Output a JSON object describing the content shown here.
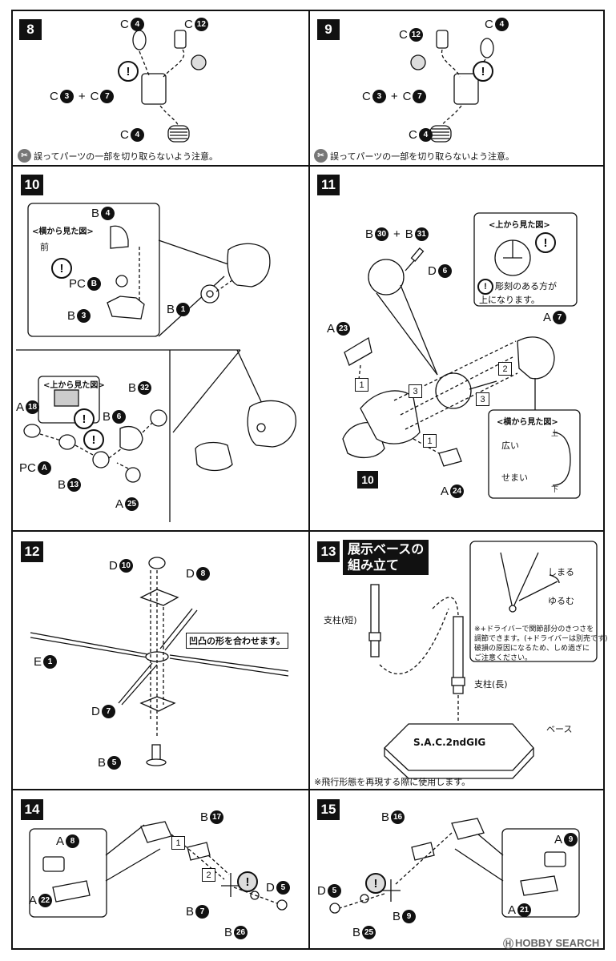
{
  "steps": {
    "s8": {
      "number": "8",
      "labels": {
        "c4_top": "C",
        "c4_top_n": "4",
        "c12": "C",
        "c12_n": "12",
        "c3": "C",
        "c3_n": "3",
        "plus": "+",
        "c7": "C",
        "c7_n": "7",
        "c4_bot": "C",
        "c4_bot_n": "4"
      },
      "note": "誤ってパーツの一部を切り取らないよう注意。"
    },
    "s9": {
      "number": "9",
      "labels": {
        "c12": "C",
        "c12_n": "12",
        "c4_top": "C",
        "c4_top_n": "4",
        "c3": "C",
        "c3_n": "3",
        "plus": "+",
        "c7": "C",
        "c7_n": "7",
        "c4_bot": "C",
        "c4_bot_n": "4"
      },
      "note": "誤ってパーツの一部を切り取らないよう注意。"
    },
    "s10": {
      "number": "10",
      "side_view_title": "<横から見た図>",
      "front_label": "前",
      "top_view_title": "<上から見た図>",
      "labels": {
        "b4": "B",
        "b4_n": "4",
        "pcb": "PC",
        "pcb_n": "B",
        "b3": "B",
        "b3_n": "3",
        "b1": "B",
        "b1_n": "1",
        "a18": "A",
        "a18_n": "18",
        "pca": "PC",
        "pca_n": "A",
        "b13": "B",
        "b13_n": "13",
        "b6": "B",
        "b6_n": "6",
        "b32": "B",
        "b32_n": "32",
        "a25": "A",
        "a25_n": "25"
      }
    },
    "s11": {
      "number": "11",
      "labels": {
        "b30": "B",
        "b30_n": "30",
        "plus": "+",
        "b31": "B",
        "b31_n": "31",
        "d6": "D",
        "d6_n": "6",
        "a23": "A",
        "a23_n": "23",
        "a7": "A",
        "a7_n": "7",
        "a24": "A",
        "a24_n": "24",
        "ref10": "10"
      },
      "top_view_title": "<上から見た図>",
      "engrave_note_1": "彫刻のある方が",
      "engrave_note_2": "上になります。",
      "side_view_title": "<横から見た図>",
      "wide": "広い",
      "narrow": "せまい",
      "up": "上",
      "down": "下",
      "seq": [
        "1",
        "2",
        "3",
        "3",
        "1"
      ]
    },
    "s12": {
      "number": "12",
      "labels": {
        "d10": "D",
        "d10_n": "10",
        "d8": "D",
        "d8_n": "8",
        "e1": "E",
        "e1_n": "1",
        "d7": "D",
        "d7_n": "7",
        "b5": "B",
        "b5_n": "5"
      },
      "callout": "凹凸の形を合わせます。"
    },
    "s13": {
      "number": "13",
      "title_1": "展示ベースの",
      "title_2": "組み立て",
      "short_post": "支柱(短)",
      "long_post": "支柱(長)",
      "base": "ベース",
      "tighten": "しまる",
      "loosen": "ゆるむ",
      "driver_note": [
        "※+ドライバーで関節部分のきつさを",
        "調節できます。(+ドライバーは別売です)",
        "破損の原因になるため、しめ過ぎに",
        "ご注意ください。"
      ],
      "flight_note": "※飛行形態を再現する際に使用します。",
      "base_logo": "S.A.C.2ndGIG"
    },
    "s14": {
      "number": "14",
      "labels": {
        "a8": "A",
        "a8_n": "8",
        "a22": "A",
        "a22_n": "22",
        "b17": "B",
        "b17_n": "17",
        "b7": "B",
        "b7_n": "7",
        "d5": "D",
        "d5_n": "5",
        "b26": "B",
        "b26_n": "26"
      },
      "seq": [
        "1",
        "2"
      ]
    },
    "s15": {
      "number": "15",
      "labels": {
        "b16": "B",
        "b16_n": "16",
        "a9": "A",
        "a9_n": "9",
        "a21": "A",
        "a21_n": "21",
        "d5": "D",
        "d5_n": "5",
        "b9": "B",
        "b9_n": "9",
        "b25": "B",
        "b25_n": "25"
      }
    }
  },
  "watermark": "HOBBY SEARCH",
  "watermark_mark": "Ⓗ",
  "warn_glyph": "!"
}
